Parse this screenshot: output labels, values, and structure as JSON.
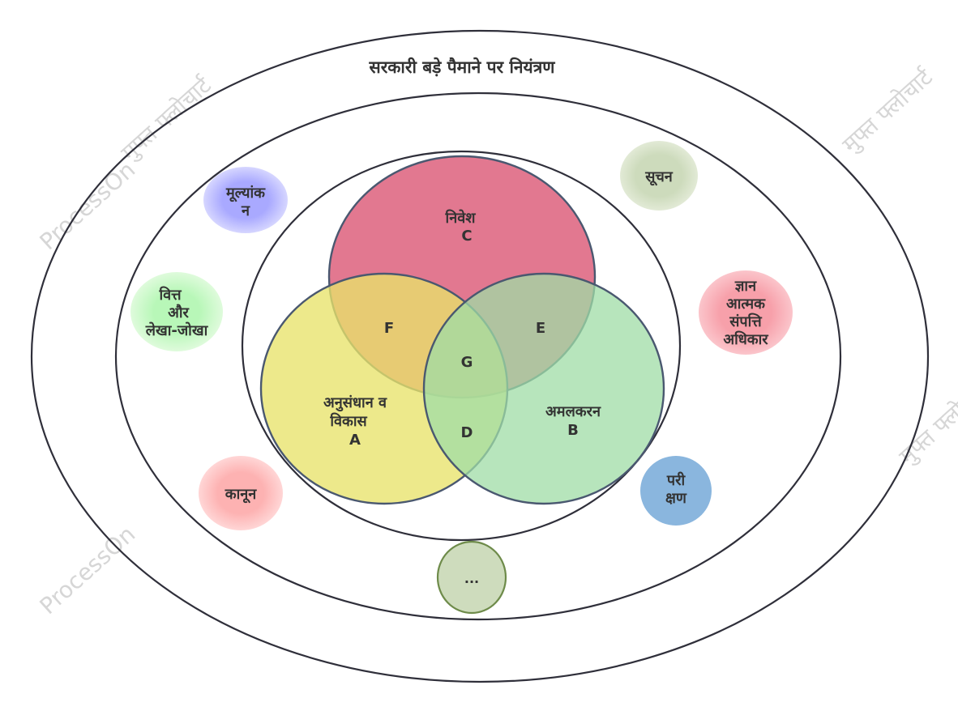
{
  "title": "सरकारी बड़े पैमाने पर नियंत्रण",
  "watermark": {
    "left": "ProcessOn",
    "right": "मुफ्त फ्लोचार्ट"
  },
  "sets": [
    {
      "id": "C",
      "lines": [
        "निवेश",
        "C"
      ],
      "color": "#dc5a78"
    },
    {
      "id": "A",
      "lines": [
        "अनुसंधान व",
        "विकास",
        "A"
      ],
      "color": "#e8e36a"
    },
    {
      "id": "B",
      "lines": [
        "अमलकरन",
        "B"
      ],
      "color": "#9fdca5"
    }
  ],
  "overlaps": {
    "F": "F",
    "E": "E",
    "G": "G",
    "D": "D"
  },
  "bubbles": [
    {
      "id": "evaluation",
      "lines": [
        "मूल्यांक",
        "न"
      ],
      "color": "#a9a9ff"
    },
    {
      "id": "information",
      "lines": [
        "सूचन"
      ],
      "color": "#cddbbc"
    },
    {
      "id": "audit",
      "lines": [
        "वित्त",
        "और",
        "लेखा-जोखा"
      ],
      "color": "#b8f7b8"
    },
    {
      "id": "ipr",
      "lines": [
        "ज्ञान",
        "आत्मक",
        "संपत्ति",
        "अधिकार"
      ],
      "color": "#f7a0aa"
    },
    {
      "id": "law",
      "lines": [
        "कानून"
      ],
      "color": "#fdb2b2"
    },
    {
      "id": "testing",
      "lines": [
        "परी",
        "क्षण"
      ],
      "color": "#8ab6de"
    },
    {
      "id": "more",
      "lines": [
        "..."
      ],
      "color": "#cedcbd"
    }
  ]
}
